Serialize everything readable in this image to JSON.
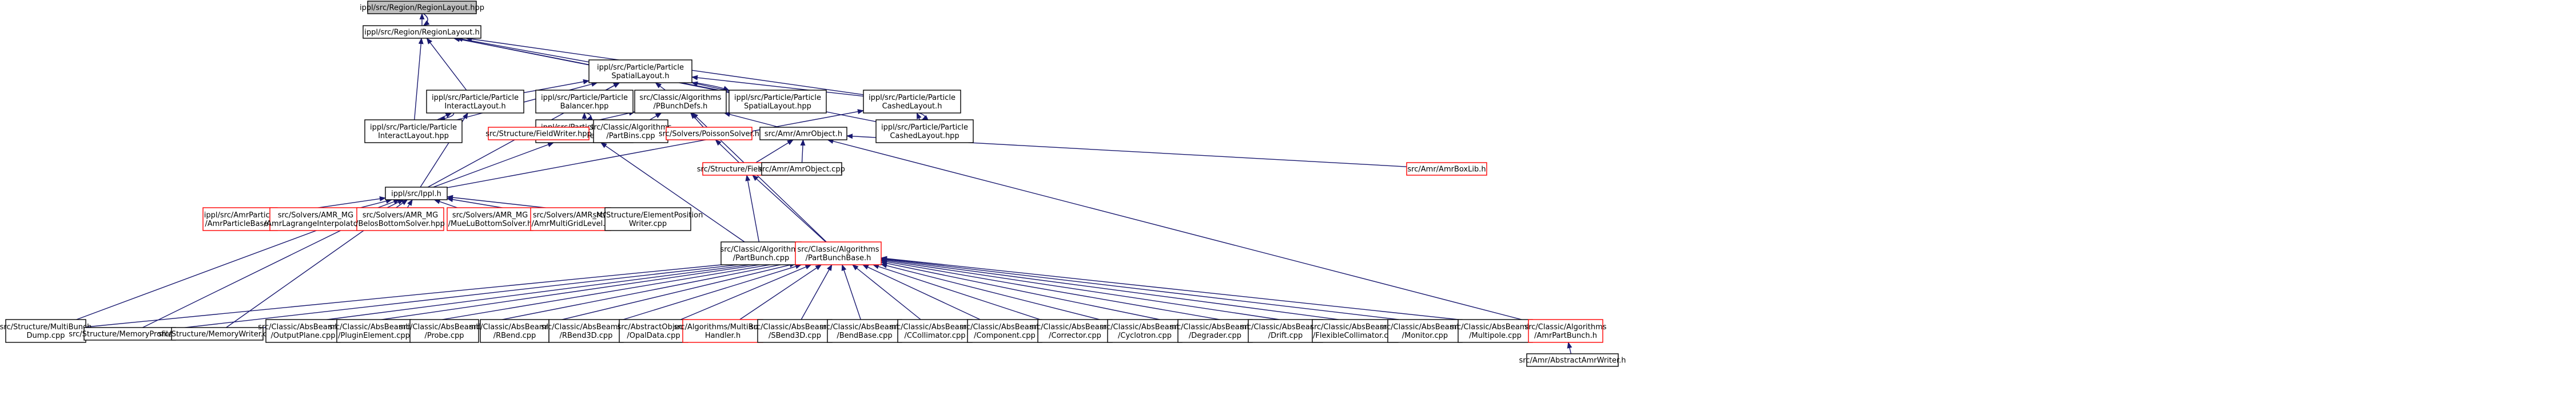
{
  "nodes": [
    {
      "id": "n0",
      "lines": [
        "ippl/src/Region/RegionLayout.hpp"
      ],
      "style": "root"
    },
    {
      "id": "n1",
      "lines": [
        "ippl/src/Region/RegionLayout.h"
      ],
      "style": "normal"
    },
    {
      "id": "n2",
      "lines": [
        "ippl/src/Particle/Particle",
        "SpatialLayout.h"
      ],
      "style": "normal"
    },
    {
      "id": "n3",
      "lines": [
        "ippl/src/Particle/Particle",
        "InteractLayout.h"
      ],
      "style": "normal"
    },
    {
      "id": "n4",
      "lines": [
        "ippl/src/Particle/Particle",
        "Balancer.hpp"
      ],
      "style": "normal"
    },
    {
      "id": "n5",
      "lines": [
        "src/Classic/Algorithms",
        "/PBunchDefs.h"
      ],
      "style": "normal"
    },
    {
      "id": "n6",
      "lines": [
        "ippl/src/Particle/Particle",
        "SpatialLayout.hpp"
      ],
      "style": "normal"
    },
    {
      "id": "n7",
      "lines": [
        "ippl/src/Particle/Particle",
        "CashedLayout.h"
      ],
      "style": "normal"
    },
    {
      "id": "n8",
      "lines": [
        "ippl/src/Particle/Particle",
        "InteractLayout.hpp"
      ],
      "style": "normal"
    },
    {
      "id": "n9",
      "lines": [
        "ippl/src/Particle/Particle",
        "Balancer.h"
      ],
      "style": "normal"
    },
    {
      "id": "n10",
      "lines": [
        "src/Structure/FieldWriter.hpp"
      ],
      "style": "red"
    },
    {
      "id": "n11",
      "lines": [
        "src/Classic/Algorithms",
        "/PartBins.cpp"
      ],
      "style": "normal"
    },
    {
      "id": "n12",
      "lines": [
        "src/Solvers/PoissonSolver.h"
      ],
      "style": "red"
    },
    {
      "id": "n13",
      "lines": [
        "src/Amr/AmrObject.h"
      ],
      "style": "normal"
    },
    {
      "id": "n14",
      "lines": [
        "ippl/src/Particle/Particle",
        "CashedLayout.hpp"
      ],
      "style": "normal"
    },
    {
      "id": "n15",
      "lines": [
        "src/Amr/AmrBoxLib.h"
      ],
      "style": "red"
    },
    {
      "id": "n16",
      "lines": [
        "src/Structure/FieldSolver.h"
      ],
      "style": "red"
    },
    {
      "id": "n17",
      "lines": [
        "src/Amr/AmrObject.cpp"
      ],
      "style": "normal"
    },
    {
      "id": "n18",
      "lines": [
        "ippl/src/Ippl.h"
      ],
      "style": "normal"
    },
    {
      "id": "n19",
      "lines": [
        "ippl/src/AmrParticle",
        "/AmrParticleBase.h"
      ],
      "style": "red"
    },
    {
      "id": "n20",
      "lines": [
        "src/Solvers/AMR_MG",
        "/AmrLagrangeInterpolator.h"
      ],
      "style": "red"
    },
    {
      "id": "n21",
      "lines": [
        "src/Solvers/AMR_MG",
        "/BelosBottomSolver.hpp"
      ],
      "style": "red"
    },
    {
      "id": "n22",
      "lines": [
        "src/Solvers/AMR_MG",
        "/MueLuBottomSolver.h"
      ],
      "style": "red"
    },
    {
      "id": "n23",
      "lines": [
        "src/Solvers/AMR_MG",
        "/AmrMultiGridLevel.h"
      ],
      "style": "red"
    },
    {
      "id": "n24",
      "lines": [
        "src/Structure/ElementPosition",
        "Writer.cpp"
      ],
      "style": "normal"
    },
    {
      "id": "n25",
      "lines": [
        "src/Classic/Algorithms",
        "/PartBunch.cpp"
      ],
      "style": "normal"
    },
    {
      "id": "n26",
      "lines": [
        "src/Classic/Algorithms",
        "/PartBunchBase.h"
      ],
      "style": "red"
    },
    {
      "id": "n27",
      "lines": [
        "src/Structure/MultiBunch",
        "Dump.cpp"
      ],
      "style": "normal"
    },
    {
      "id": "n28",
      "lines": [
        "src/Structure/MemoryProfiler.cpp"
      ],
      "style": "normal"
    },
    {
      "id": "n29",
      "lines": [
        "src/Structure/MemoryWriter.cpp"
      ],
      "style": "normal"
    },
    {
      "id": "n30",
      "lines": [
        "src/Classic/AbsBeamline",
        "/OutputPlane.cpp"
      ],
      "style": "normal"
    },
    {
      "id": "n31",
      "lines": [
        "src/Classic/AbsBeamline",
        "/PluginElement.cpp"
      ],
      "style": "normal"
    },
    {
      "id": "n32",
      "lines": [
        "src/Classic/AbsBeamline",
        "/Probe.cpp"
      ],
      "style": "normal"
    },
    {
      "id": "n33",
      "lines": [
        "src/Classic/AbsBeamline",
        "/RBend.cpp"
      ],
      "style": "normal"
    },
    {
      "id": "n34",
      "lines": [
        "src/Classic/AbsBeamline",
        "/RBend3D.cpp"
      ],
      "style": "normal"
    },
    {
      "id": "n35",
      "lines": [
        "src/AbstractObjects",
        "/OpalData.cpp"
      ],
      "style": "normal"
    },
    {
      "id": "n36",
      "lines": [
        "src/Algorithms/MultiBunch",
        "Handler.h"
      ],
      "style": "red"
    },
    {
      "id": "n37",
      "lines": [
        "src/Classic/AbsBeamline",
        "/SBend3D.cpp"
      ],
      "style": "normal"
    },
    {
      "id": "n38",
      "lines": [
        "src/Classic/AbsBeamline",
        "/BendBase.cpp"
      ],
      "style": "normal"
    },
    {
      "id": "n39",
      "lines": [
        "src/Classic/AbsBeamline",
        "/CCollimator.cpp"
      ],
      "style": "normal"
    },
    {
      "id": "n40",
      "lines": [
        "src/Classic/AbsBeamline",
        "/Component.cpp"
      ],
      "style": "normal"
    },
    {
      "id": "n41",
      "lines": [
        "src/Classic/AbsBeamline",
        "/Corrector.cpp"
      ],
      "style": "normal"
    },
    {
      "id": "n42",
      "lines": [
        "src/Classic/AbsBeamline",
        "/Cyclotron.cpp"
      ],
      "style": "normal"
    },
    {
      "id": "n43",
      "lines": [
        "src/Classic/AbsBeamline",
        "/Degrader.cpp"
      ],
      "style": "normal"
    },
    {
      "id": "n44",
      "lines": [
        "src/Classic/AbsBeamline",
        "/Drift.cpp"
      ],
      "style": "normal"
    },
    {
      "id": "n45",
      "lines": [
        "src/Classic/AbsBeamline",
        "/FlexibleCollimator.cpp"
      ],
      "style": "normal"
    },
    {
      "id": "n46",
      "lines": [
        "src/Classic/AbsBeamline",
        "/Monitor.cpp"
      ],
      "style": "normal"
    },
    {
      "id": "n47",
      "lines": [
        "src/Classic/AbsBeamline",
        "/Multipole.cpp"
      ],
      "style": "normal"
    },
    {
      "id": "n48",
      "lines": [
        "src/Classic/Algorithms",
        "/AmrPartBunch.h"
      ],
      "style": "red"
    },
    {
      "id": "n49",
      "lines": [
        "src/Amr/AbstractAmrWriter.h"
      ],
      "style": "normal"
    }
  ],
  "edges": [
    [
      "n1",
      "n0"
    ],
    [
      "n0",
      "n1"
    ],
    [
      "n2",
      "n1"
    ],
    [
      "n3",
      "n1"
    ],
    [
      "n6",
      "n1"
    ],
    [
      "n7",
      "n1"
    ],
    [
      "n8",
      "n1"
    ],
    [
      "n14",
      "n1"
    ],
    [
      "n3",
      "n2"
    ],
    [
      "n4",
      "n2"
    ],
    [
      "n5",
      "n2"
    ],
    [
      "n6",
      "n2"
    ],
    [
      "n2",
      "n6"
    ],
    [
      "n7",
      "n2"
    ],
    [
      "n8",
      "n2"
    ],
    [
      "n18",
      "n2"
    ],
    [
      "n8",
      "n3"
    ],
    [
      "n3",
      "n8"
    ],
    [
      "n18",
      "n3"
    ],
    [
      "n9",
      "n4"
    ],
    [
      "n4",
      "n9"
    ],
    [
      "n10",
      "n5"
    ],
    [
      "n11",
      "n5"
    ],
    [
      "n12",
      "n5"
    ],
    [
      "n13",
      "n5"
    ],
    [
      "n26",
      "n5"
    ],
    [
      "n14",
      "n7"
    ],
    [
      "n7",
      "n14"
    ],
    [
      "n18",
      "n7"
    ],
    [
      "n18",
      "n9"
    ],
    [
      "n25",
      "n9"
    ],
    [
      "n16",
      "n12"
    ],
    [
      "n15",
      "n13"
    ],
    [
      "n16",
      "n13"
    ],
    [
      "n17",
      "n13"
    ],
    [
      "n48",
      "n13"
    ],
    [
      "n25",
      "n16"
    ],
    [
      "n26",
      "n16"
    ],
    [
      "n19",
      "n18"
    ],
    [
      "n20",
      "n18"
    ],
    [
      "n21",
      "n18"
    ],
    [
      "n22",
      "n18"
    ],
    [
      "n23",
      "n18"
    ],
    [
      "n24",
      "n18"
    ],
    [
      "n27",
      "n18"
    ],
    [
      "n28",
      "n18"
    ],
    [
      "n29",
      "n18"
    ],
    [
      "n27",
      "n26"
    ],
    [
      "n28",
      "n26"
    ],
    [
      "n29",
      "n26"
    ],
    [
      "n30",
      "n26"
    ],
    [
      "n31",
      "n26"
    ],
    [
      "n32",
      "n26"
    ],
    [
      "n33",
      "n26"
    ],
    [
      "n34",
      "n26"
    ],
    [
      "n35",
      "n26"
    ],
    [
      "n36",
      "n26"
    ],
    [
      "n37",
      "n26"
    ],
    [
      "n38",
      "n26"
    ],
    [
      "n39",
      "n26"
    ],
    [
      "n40",
      "n26"
    ],
    [
      "n41",
      "n26"
    ],
    [
      "n42",
      "n26"
    ],
    [
      "n43",
      "n26"
    ],
    [
      "n44",
      "n26"
    ],
    [
      "n45",
      "n26"
    ],
    [
      "n46",
      "n26"
    ],
    [
      "n47",
      "n26"
    ],
    [
      "n48",
      "n26"
    ],
    [
      "n49",
      "n48"
    ]
  ]
}
